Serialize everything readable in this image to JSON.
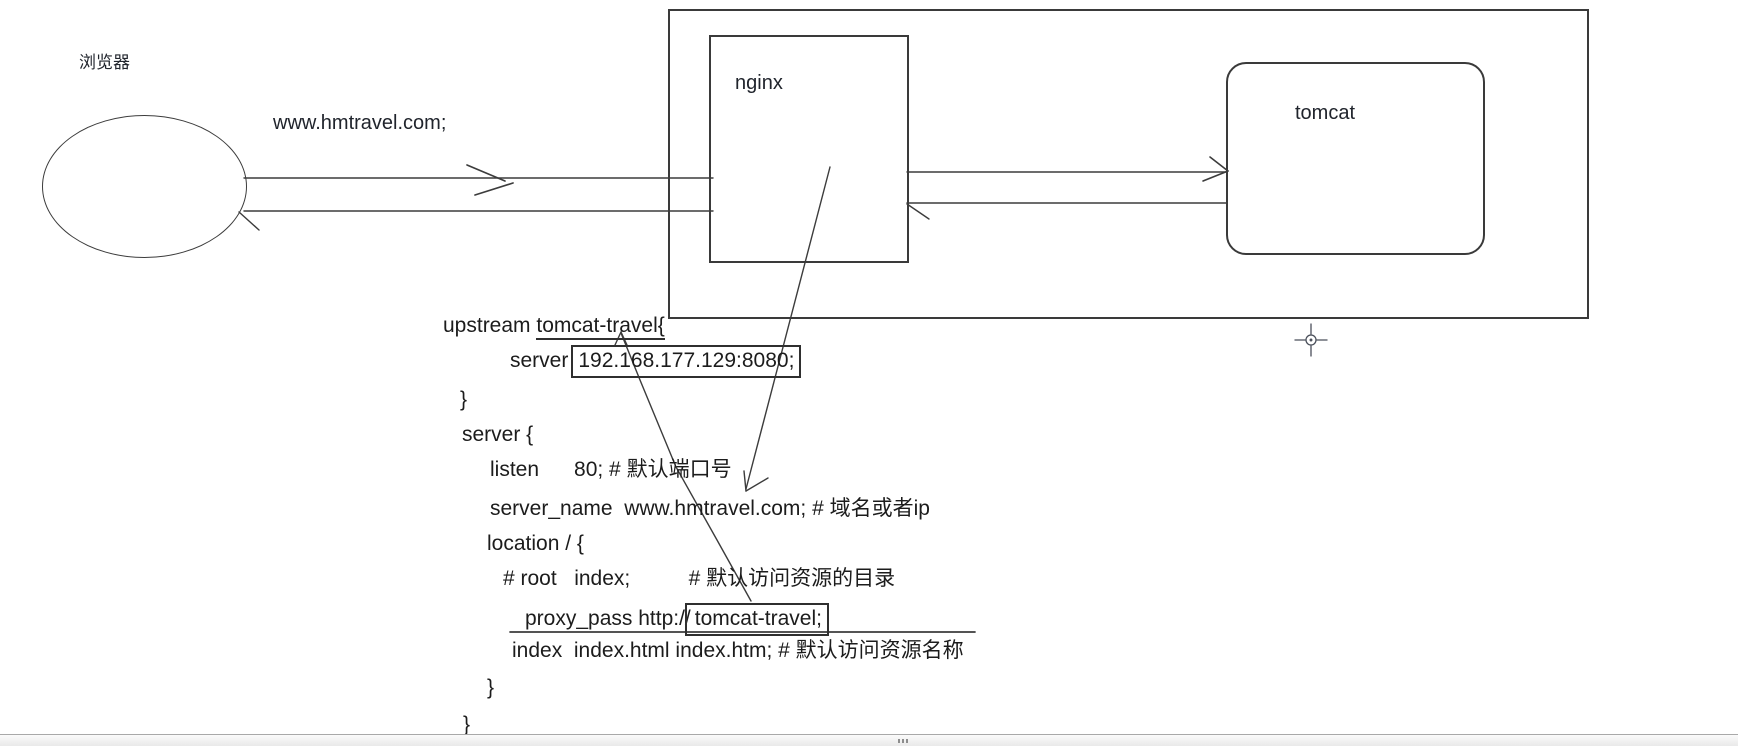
{
  "diagram": {
    "browser_label": "浏览器",
    "request_url": "www.hmtravel.com;",
    "nginx_label": "nginx",
    "tomcat_label": "tomcat"
  },
  "config": {
    "upstream_prefix": "upstream ",
    "upstream_name": "tomcat-travel",
    "upstream_brace": "{",
    "server_directive": "server",
    "server_value": "192.168.177.129:8080;",
    "close_brace_upstream": "}",
    "server_block_open": "server {",
    "listen_line": "listen      80; # 默认端口号",
    "server_name_line": "server_name  www.hmtravel.com; # 域名或者ip",
    "location_open": "location / {",
    "root_line": "# root   index;          # 默认访问资源的目录",
    "proxy_pass_prefix": "proxy_pass http://",
    "proxy_pass_boxed": "tomcat-travel;",
    "index_line": "index  index.html index.htm; # 默认访问资源名称",
    "close_brace_location": "}",
    "close_brace_server": "}"
  },
  "colors": {
    "ink": "#3c3c3c",
    "text": "#1f1f1f",
    "canvas_bg": "#ffffff",
    "scrollbar_track": "#efefef"
  }
}
